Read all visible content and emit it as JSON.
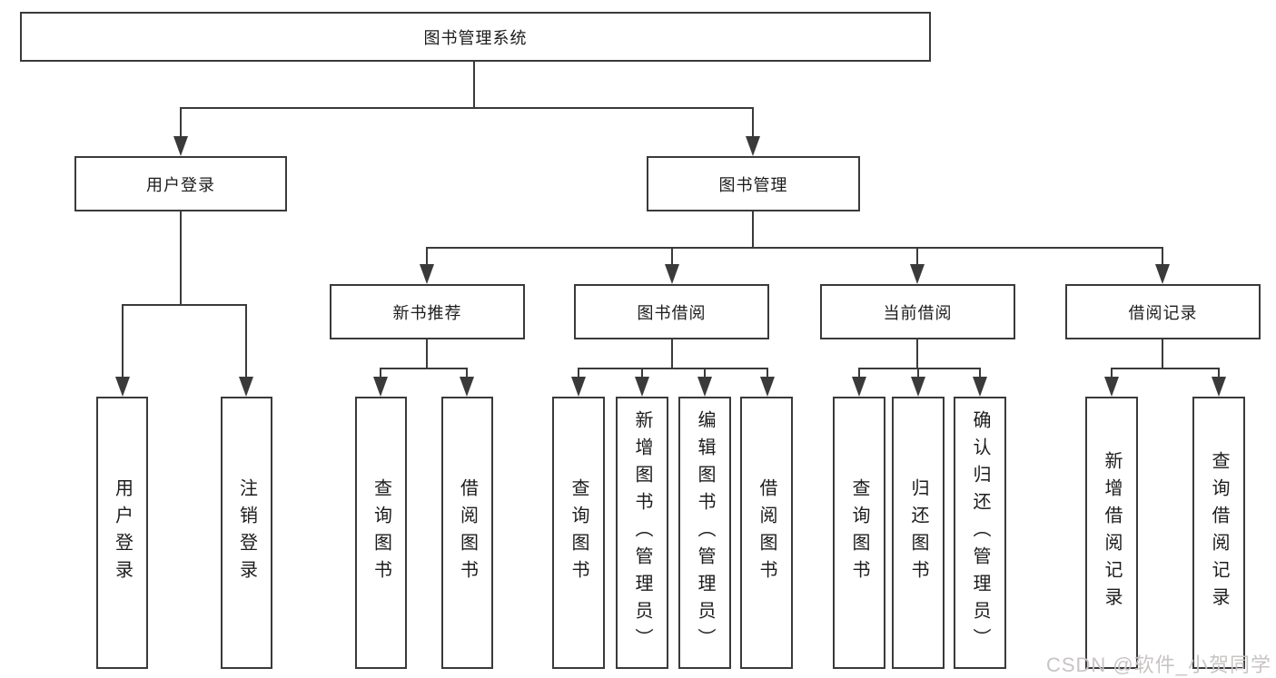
{
  "diagram": {
    "root": {
      "label": "图书管理系统"
    },
    "branches": [
      {
        "label": "用户登录",
        "children": [
          {
            "label": "用户登录"
          },
          {
            "label": "注销登录"
          }
        ]
      },
      {
        "label": "图书管理",
        "children": [
          {
            "label": "新书推荐",
            "children": [
              {
                "label": "查询图书"
              },
              {
                "label": "借阅图书"
              }
            ]
          },
          {
            "label": "图书借阅",
            "children": [
              {
                "label": "查询图书"
              },
              {
                "label": "新增图书（管理员）"
              },
              {
                "label": "编辑图书（管理员）"
              },
              {
                "label": "借阅图书"
              }
            ]
          },
          {
            "label": "当前借阅",
            "children": [
              {
                "label": "查询图书"
              },
              {
                "label": "归还图书"
              },
              {
                "label": "确认归还（管理员）"
              }
            ]
          },
          {
            "label": "借阅记录",
            "children": [
              {
                "label": "新增借阅记录"
              },
              {
                "label": "查询借阅记录"
              }
            ]
          }
        ]
      }
    ]
  },
  "watermark": {
    "text": "CSDN @软件_小贺同学"
  },
  "colors": {
    "line": "#3a3a3a",
    "box_border": "#3a3a3a",
    "box_background": "#ffffff",
    "text": "#1c1c1c",
    "watermark": "#c8c4c4"
  }
}
